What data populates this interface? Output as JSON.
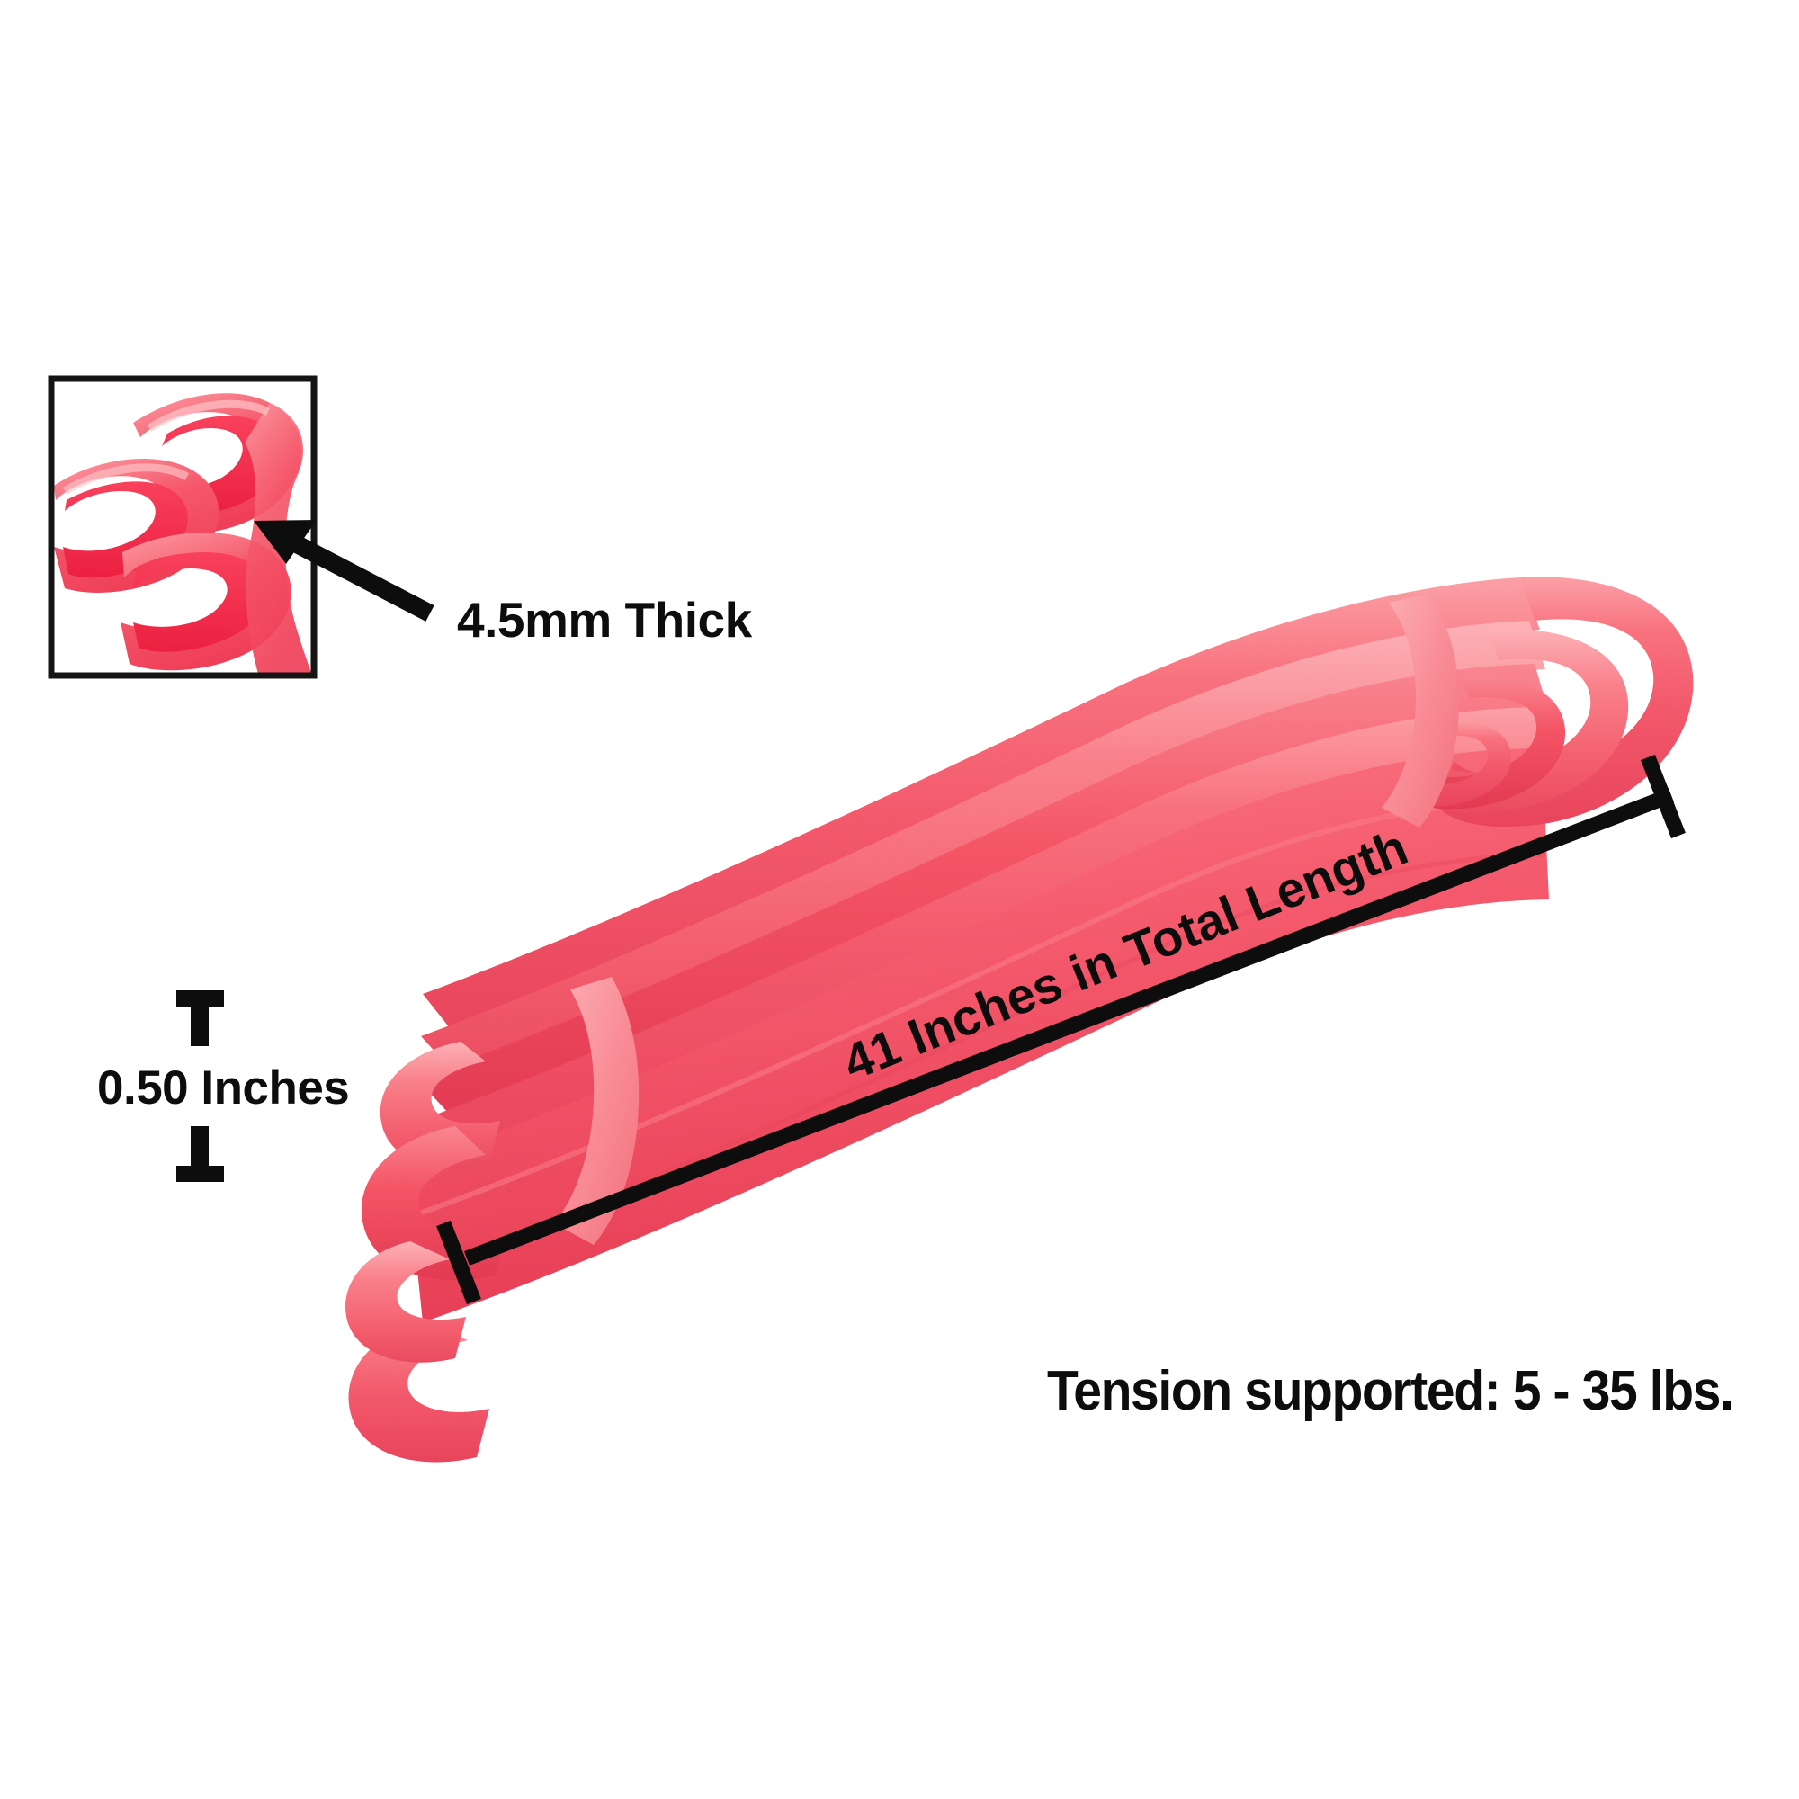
{
  "product": {
    "name": "resistance-band",
    "color_hex": "#f2576a",
    "color_light_hex": "#f98a93",
    "color_dark_hex": "#ec2f4b",
    "background_hex": "#ffffff",
    "line_color_hex": "#0d0d0d"
  },
  "labels": {
    "thickness": "4.5mm Thick",
    "width": "0.50 Inches",
    "length": "41 Inches in Total Length",
    "tension": "Tension supported: 5 - 35 lbs."
  },
  "specs": {
    "thickness_mm": 4.5,
    "width_inches": 0.5,
    "length_inches": 41,
    "tension_min_lbs": 5,
    "tension_max_lbs": 35,
    "tension_unit": "lbs."
  },
  "inset": {
    "caption": "4.5mm Thick",
    "description": "close-up cross-section of band edge"
  }
}
